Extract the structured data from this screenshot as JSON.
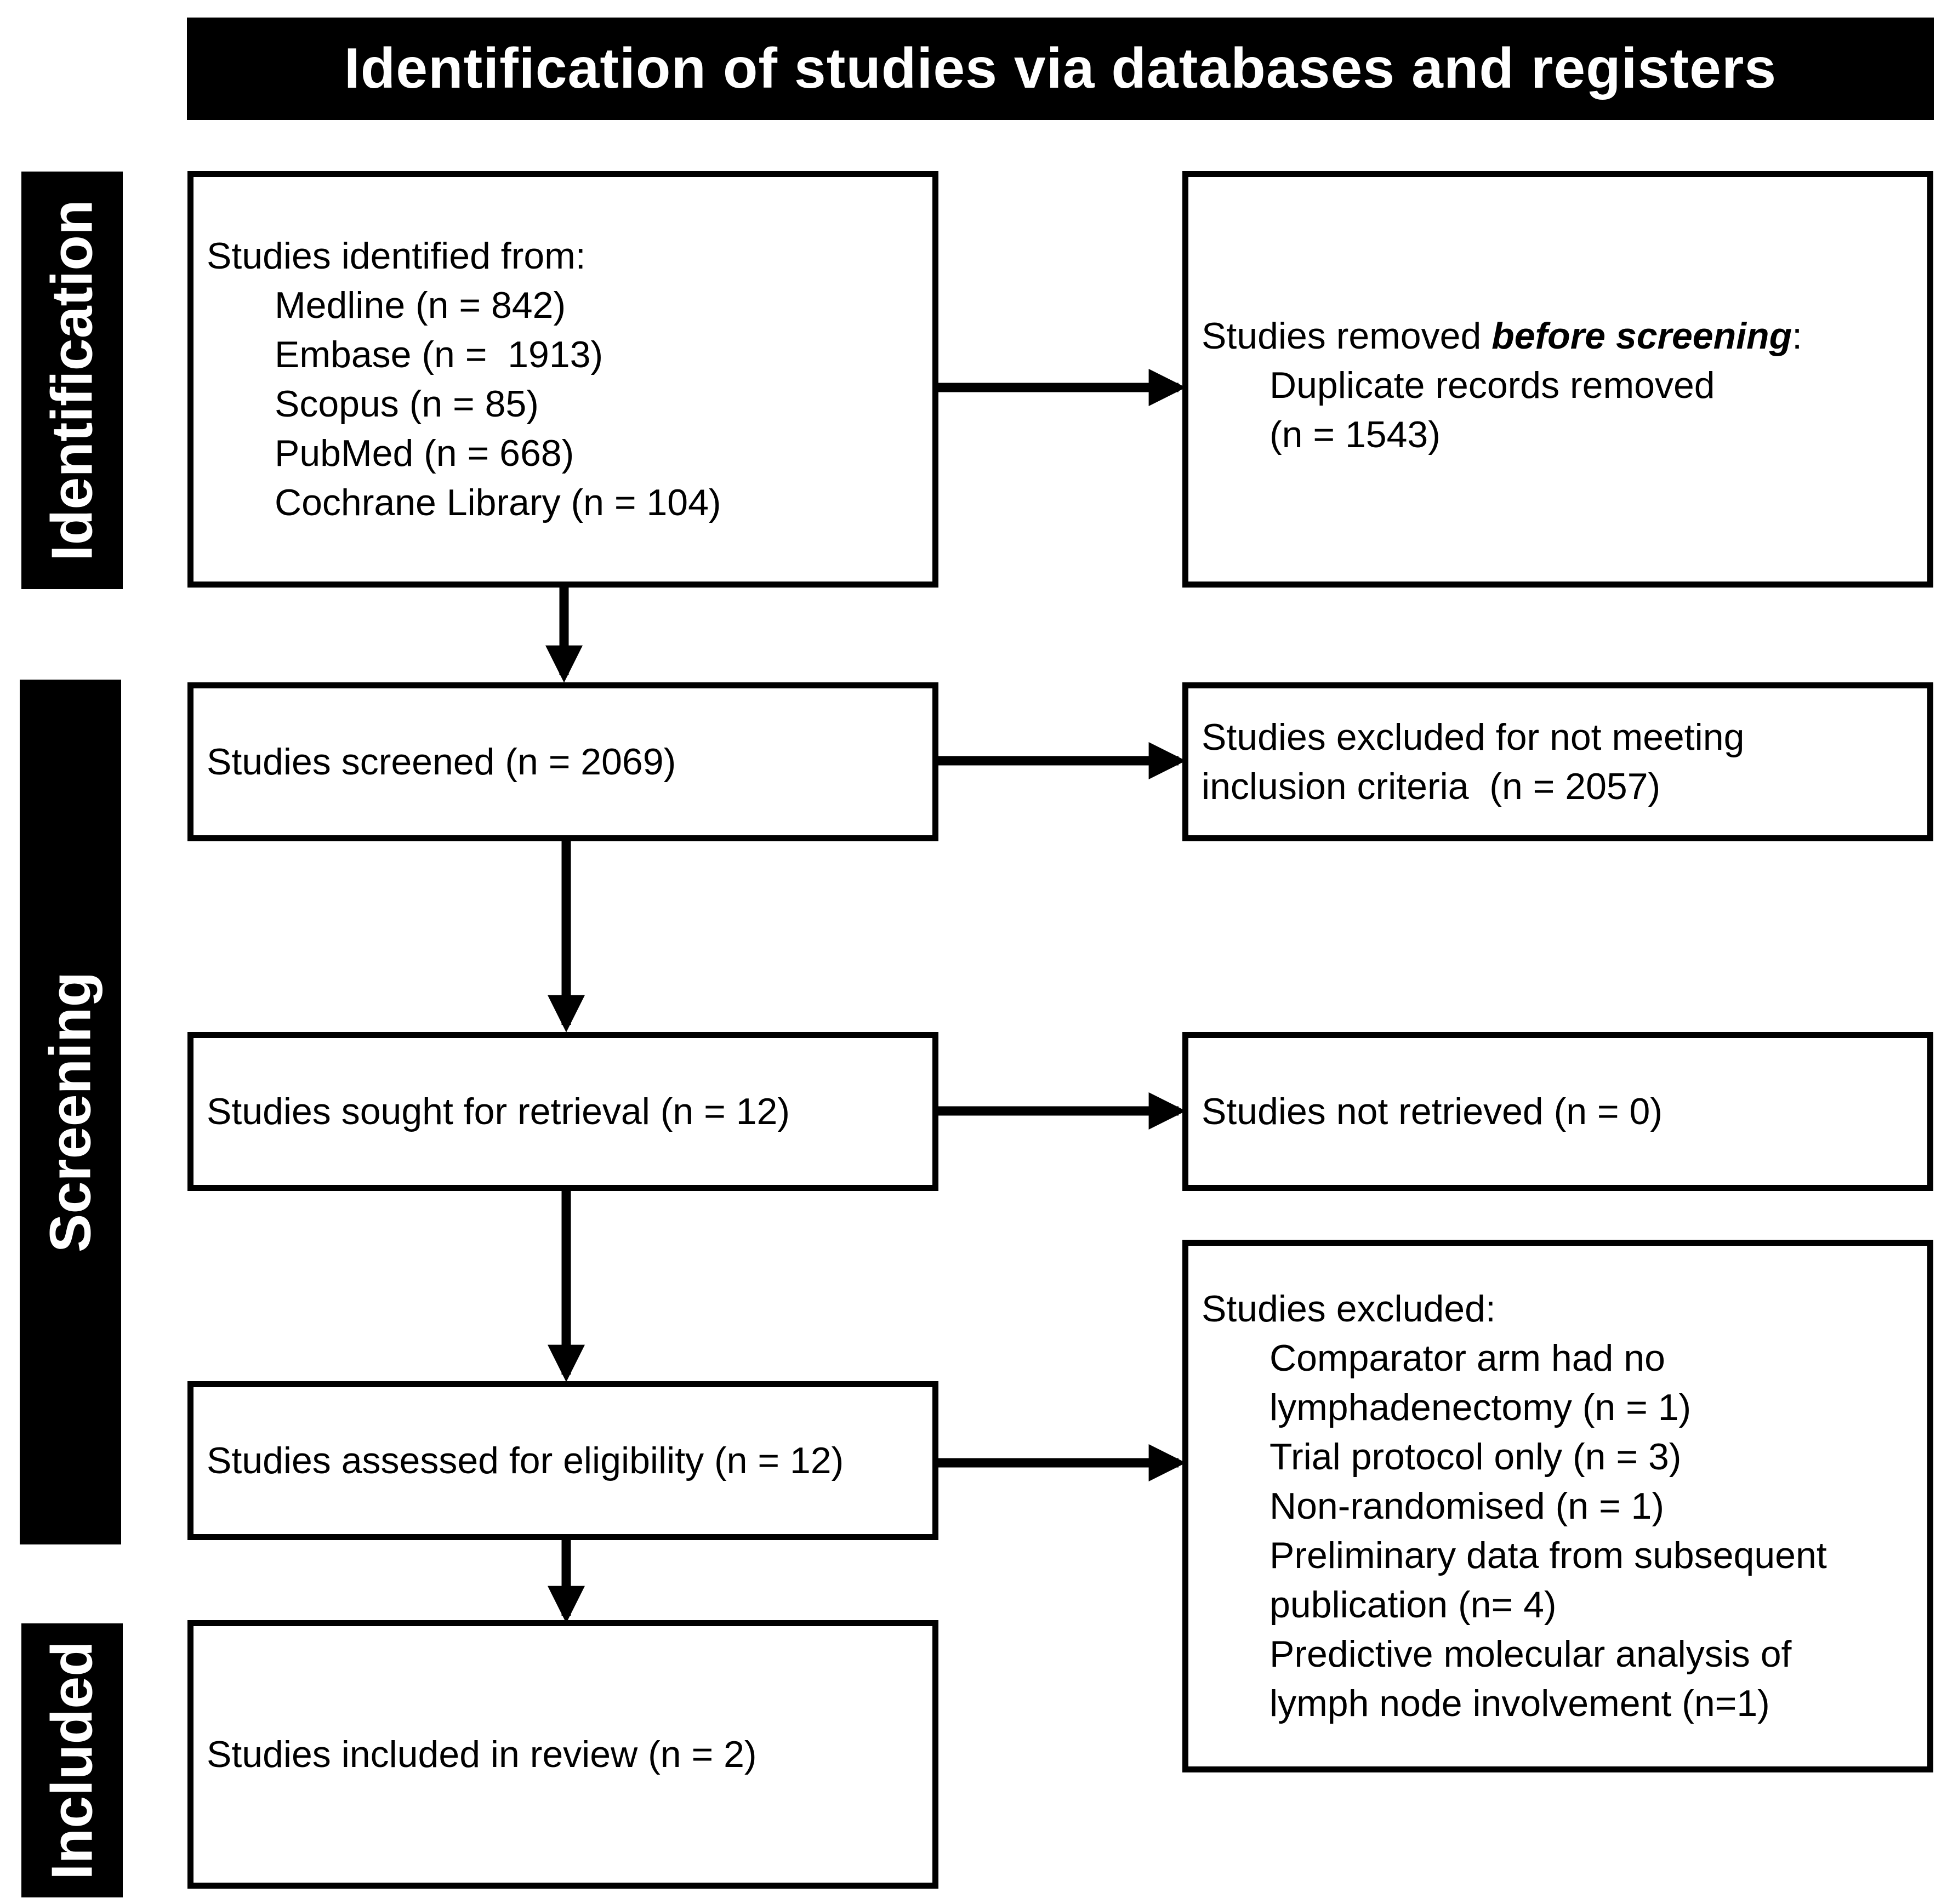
{
  "header": {
    "title": "Identification of studies via databases and registers"
  },
  "phases": {
    "identification": "Identification",
    "screening": "Screening",
    "included": "Included"
  },
  "boxes": {
    "identified": {
      "title": "Studies identified from:",
      "sources": [
        "Medline (n = 842)",
        "Embase (n =  1913)",
        "Scopus (n = 85)",
        "PubMed (n = 668)",
        "Cochrane Library (n = 104)"
      ]
    },
    "removed": {
      "title_prefix": "Studies removed ",
      "title_emphasis": "before screening",
      "title_suffix": ":",
      "items": [
        "Duplicate records removed",
        "(n = 1543)"
      ]
    },
    "screened": {
      "text": "Studies screened (n = 2069)"
    },
    "excluded_criteria": {
      "lines": [
        "Studies excluded for not meeting",
        "inclusion criteria  (n = 2057)"
      ]
    },
    "sought": {
      "text": "Studies sought for retrieval (n = 12)"
    },
    "not_retrieved": {
      "text": "Studies not retrieved (n = 0)"
    },
    "assessed": {
      "text": "Studies assessed for eligibility (n = 12)"
    },
    "excluded": {
      "title": "Studies excluded:",
      "items": [
        "Comparator arm had no",
        "lymphadenectomy (n = 1)",
        "Trial protocol only (n = 3)",
        "Non-randomised (n = 1)",
        "Preliminary data from subsequent",
        "publication (n= 4)",
        "Predictive molecular analysis of",
        "lymph node involvement (n=1)"
      ]
    },
    "included": {
      "text": "Studies included in review (n = 2)"
    }
  },
  "colors": {
    "stroke": "#000000",
    "background": "#ffffff",
    "band_text": "#ffffff"
  }
}
